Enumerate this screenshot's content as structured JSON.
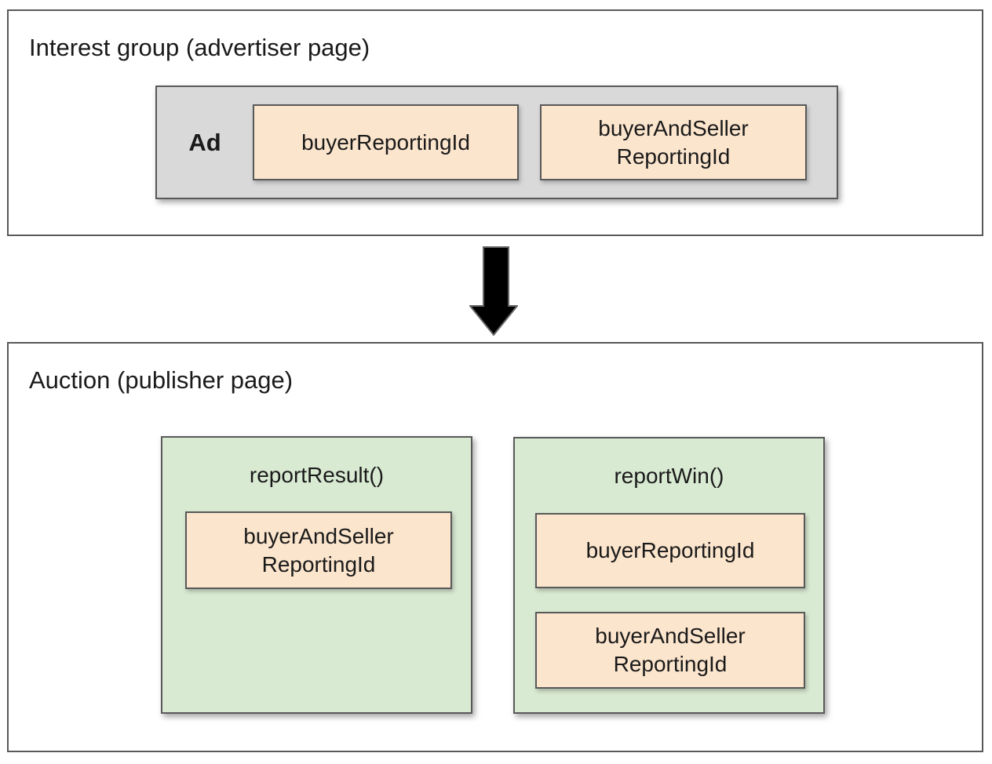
{
  "colors": {
    "chip_fill": "#fce5cd",
    "function_fill": "#d9ead3",
    "ad_fill": "#d9d9d9",
    "border": "#595959",
    "arrow_fill": "#000000",
    "text": "#1a1a1a"
  },
  "interest_group": {
    "title": "Interest group (advertiser page)",
    "ad": {
      "label": "Ad",
      "ids": [
        "buyerReportingId",
        "buyerAndSeller\nReportingId"
      ]
    }
  },
  "arrow": {
    "direction": "down"
  },
  "auction": {
    "title": "Auction (publisher page)",
    "functions": [
      {
        "name": "reportResult()",
        "ids": [
          "buyerAndSeller\nReportingId"
        ]
      },
      {
        "name": "reportWin()",
        "ids": [
          "buyerReportingId",
          "buyerAndSeller\nReportingId"
        ]
      }
    ]
  }
}
